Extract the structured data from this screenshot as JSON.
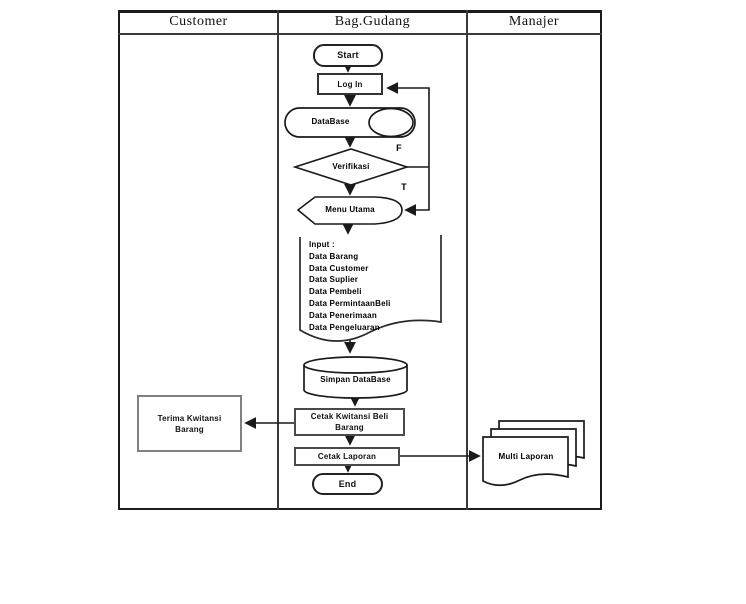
{
  "lanes": {
    "customer": "Customer",
    "bag_gudang": "Bag.Gudang",
    "manajer": "Manajer"
  },
  "nodes": {
    "start": "Start",
    "login": "Log In",
    "database": "DataBase",
    "verify": "Verifikasi",
    "branch_false": "F",
    "branch_true": "T",
    "menu": "Menu Utama",
    "input_doc": {
      "title": "Input :",
      "items": [
        "Data Barang",
        "Data Customer",
        "Data Suplier",
        "Data Pembeli",
        "Data PermintaanBeli",
        "Data Penerimaan",
        "Data Pengeluaran"
      ]
    },
    "save_db": "Simpan DataBase",
    "print_receipt_line1": "Cetak  Kwitansi Beli",
    "print_receipt_line2": "Barang",
    "print_report": "Cetak  Laporan",
    "end": "End",
    "receive_receipt_line1": "Terima Kwitansi",
    "receive_receipt_line2": "Barang",
    "multi_report": "Multi Laporan"
  },
  "colors": {
    "stroke": "#1a1a1a",
    "box_border": "#4a4a4a",
    "customer_box_border": "#808080"
  }
}
